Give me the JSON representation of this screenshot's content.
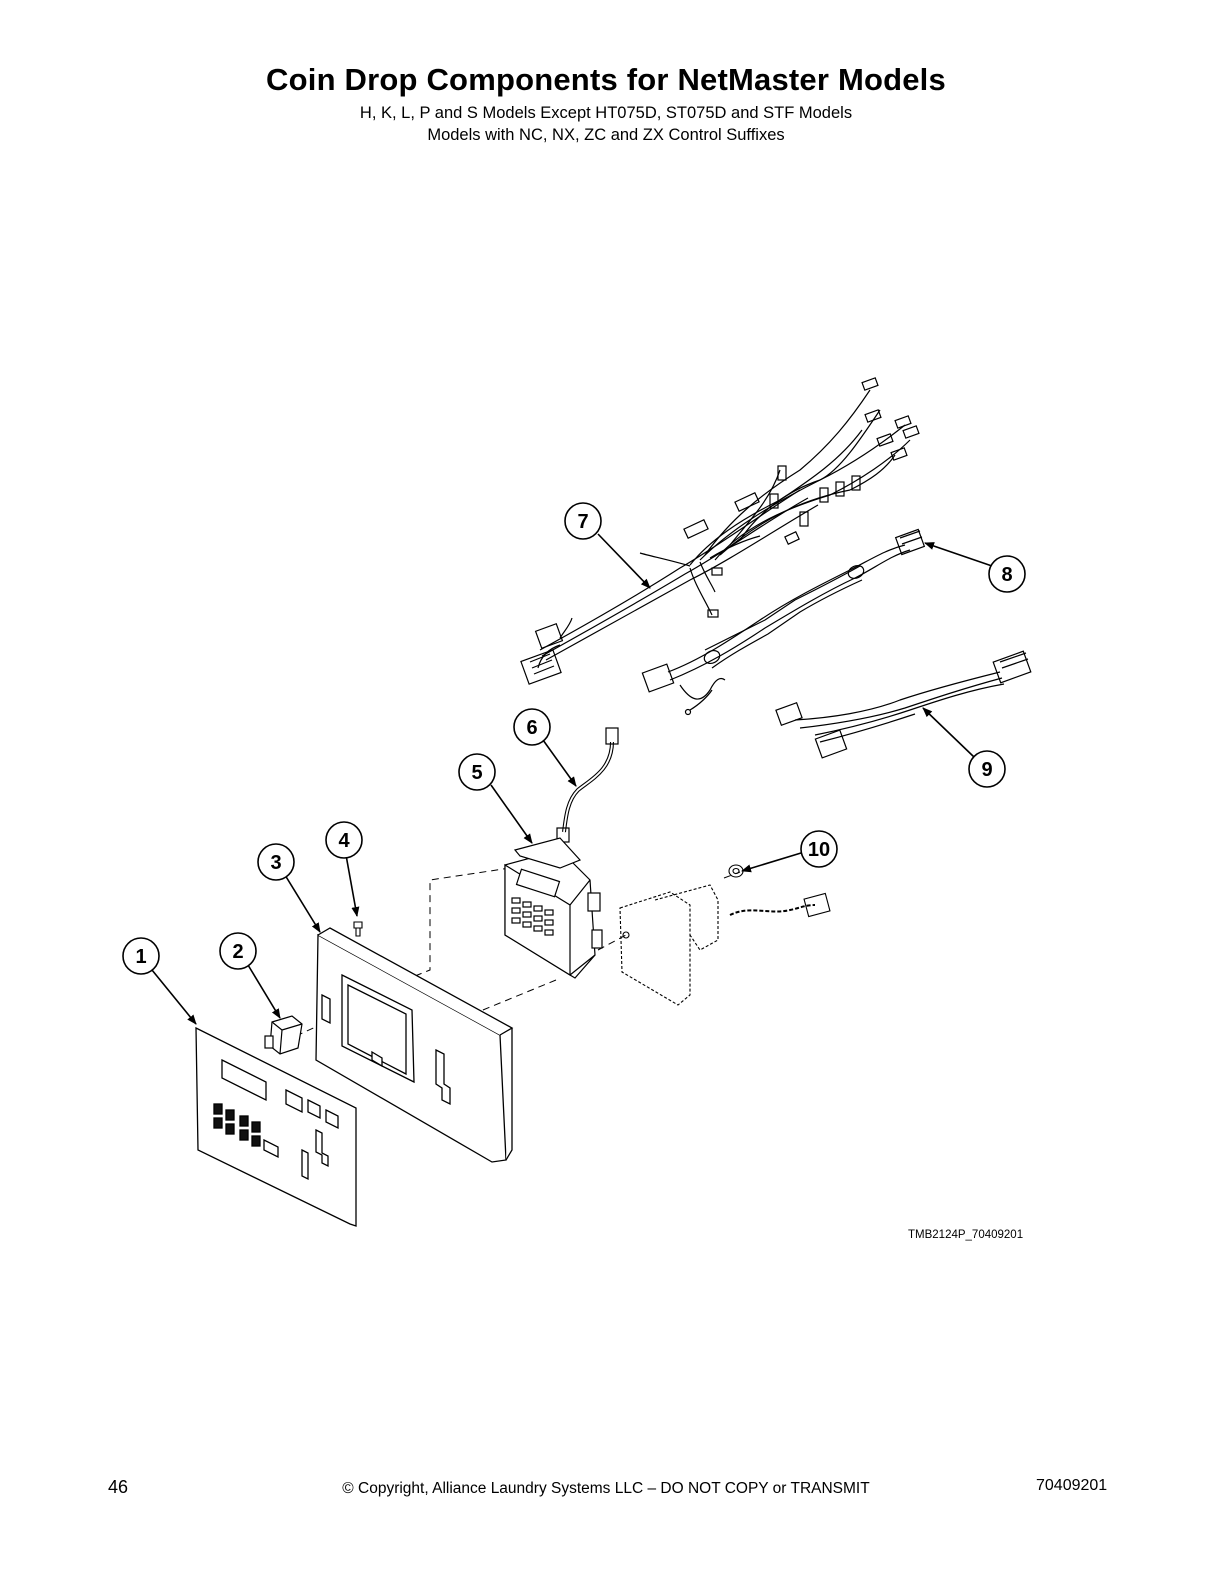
{
  "header": {
    "title": "Coin Drop Components for NetMaster Models",
    "subtitle_1": "H, K, L, P and S Models Except HT075D, ST075D and STF Models",
    "subtitle_2": "Models with NC, NX, ZC and ZX Control Suffixes"
  },
  "diagram": {
    "callouts": [
      "1",
      "2",
      "3",
      "4",
      "5",
      "6",
      "7",
      "8",
      "9",
      "10"
    ],
    "drawing_id": "TMB2124P_70409201"
  },
  "footer": {
    "page_number": "46",
    "copyright": "© Copyright, Alliance Laundry Systems LLC – DO NOT COPY or TRANSMIT",
    "document_number": "70409201"
  }
}
